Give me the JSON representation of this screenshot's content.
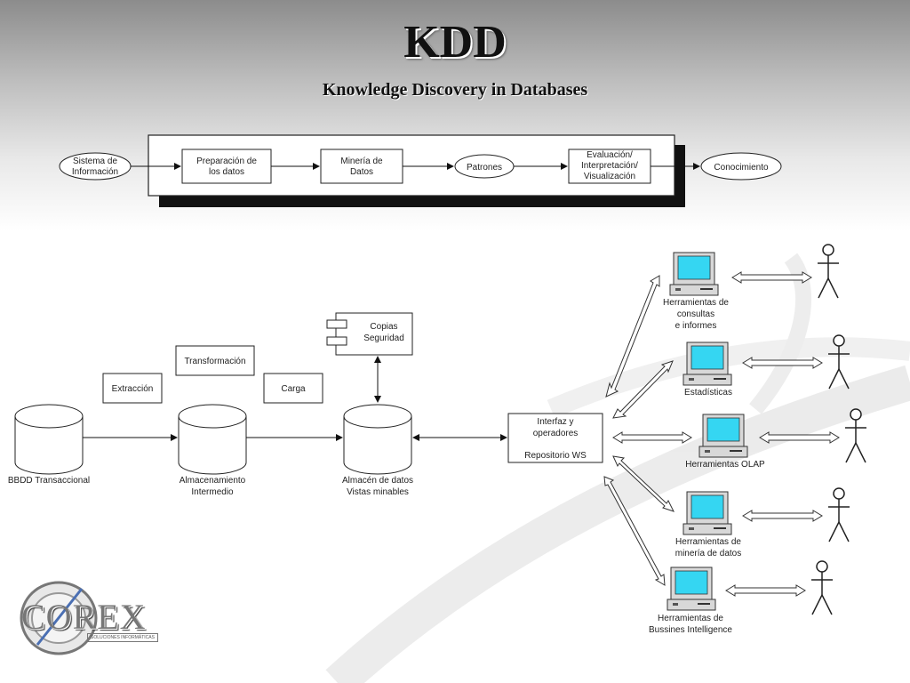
{
  "title": "KDD",
  "subtitle": "Knowledge Discovery in Databases",
  "process": {
    "source": "Sistema de Información",
    "step1": "Preparación de los datos",
    "step2": "Minería de Datos",
    "patterns": "Patrones",
    "step3": "Evaluación/ Interpretación/ Visualización",
    "knowledge": "Conocimiento"
  },
  "etl": {
    "db_transactional": "BBDD Transaccional",
    "extraction": "Extracción",
    "transformation": "Transformación",
    "staging_line1": "Almacenamiento",
    "staging_line2": "Intermedio",
    "load": "Carga",
    "backup_line1": "Copias",
    "backup_line2": "Seguridad",
    "warehouse_line1": "Almacén de datos",
    "warehouse_line2": "Vistas minables",
    "interface_line1": "Interfaz y",
    "interface_line2": "operadores",
    "repository": "Repositorio WS"
  },
  "tools": [
    {
      "line1": "Herramientas de",
      "line2": "consultas",
      "line3": "e informes"
    },
    {
      "line1": "Estadísticas",
      "line2": "",
      "line3": ""
    },
    {
      "line1": "Herramientas OLAP",
      "line2": "",
      "line3": ""
    },
    {
      "line1": "Herramientas de",
      "line2": "minería de datos",
      "line3": ""
    },
    {
      "line1": "Herramientas de",
      "line2": "Bussines Intelligence",
      "line3": ""
    }
  ],
  "logo": {
    "name": "COREX",
    "tagline": "SOLUCIONES INFORMÁTICAS"
  },
  "colors": {
    "screen": "#35d6f2",
    "monitor": "#d8d8d8",
    "background_top": "#8c8c8c"
  }
}
